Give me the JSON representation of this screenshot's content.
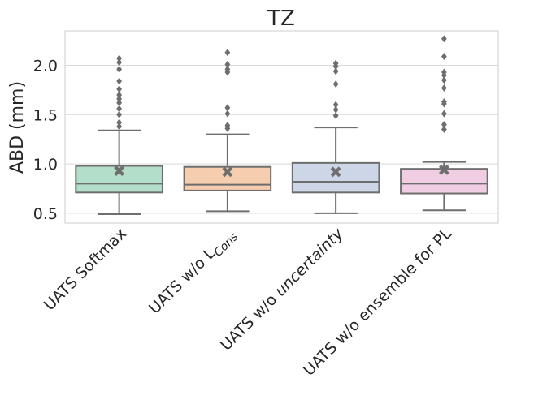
{
  "chart_data": {
    "type": "box",
    "title": "TZ",
    "ylabel": "ABD (mm)",
    "xlabel": "",
    "ylim": [
      0.4,
      2.35
    ],
    "yticks": [
      "0.5",
      "1.0",
      "1.5",
      "2.0"
    ],
    "ytick_values": [
      0.5,
      1.0,
      1.5,
      2.0
    ],
    "grid": true,
    "median_color": "#6e6e6e",
    "whisker_color": "#6e6e6e",
    "mean_marker": "x",
    "categories": [
      {
        "label": "UATS Softmax",
        "label_parts": [
          [
            "UATS Softmax",
            ""
          ]
        ]
      },
      {
        "label": "UATS w/o LCons",
        "label_parts": [
          [
            "UATS w/o L",
            ""
          ],
          [
            "Cons",
            "sub-italic"
          ]
        ]
      },
      {
        "label": "UATS w/o uncertainty",
        "label_parts": [
          [
            "UATS w/o ",
            ""
          ],
          [
            "uncertainty",
            "italic"
          ]
        ]
      },
      {
        "label": "UATS w/o ensemble for PL",
        "label_parts": [
          [
            "UATS w/o ensemble for PL",
            ""
          ]
        ]
      }
    ],
    "boxes": [
      {
        "color": "#b3dec9",
        "q1": 0.71,
        "median": 0.8,
        "q3": 0.98,
        "whisker_low": 0.49,
        "whisker_high": 1.34,
        "mean": 0.93,
        "fliers": [
          1.38,
          1.42,
          1.5,
          1.56,
          1.62,
          1.66,
          1.7,
          1.76,
          1.84,
          1.96,
          2.03,
          2.07
        ]
      },
      {
        "color": "#f6cdae",
        "q1": 0.73,
        "median": 0.79,
        "q3": 0.97,
        "whisker_low": 0.52,
        "whisker_high": 1.3,
        "mean": 0.92,
        "fliers": [
          1.36,
          1.39,
          1.51,
          1.57,
          1.93,
          1.96,
          2.01,
          2.13
        ]
      },
      {
        "color": "#cdd6e7",
        "q1": 0.71,
        "median": 0.82,
        "q3": 1.01,
        "whisker_low": 0.5,
        "whisker_high": 1.37,
        "mean": 0.92,
        "fliers": [
          1.49,
          1.55,
          1.6,
          1.81,
          1.94,
          1.99,
          2.02
        ]
      },
      {
        "color": "#f0cde3",
        "q1": 0.7,
        "median": 0.8,
        "q3": 0.95,
        "whisker_low": 0.53,
        "whisker_high": 1.02,
        "mean": 0.94,
        "fliers": [
          0.96,
          1.35,
          1.4,
          1.51,
          1.61,
          1.63,
          1.77,
          1.85,
          1.9,
          1.93,
          2.09,
          2.27
        ]
      }
    ]
  }
}
